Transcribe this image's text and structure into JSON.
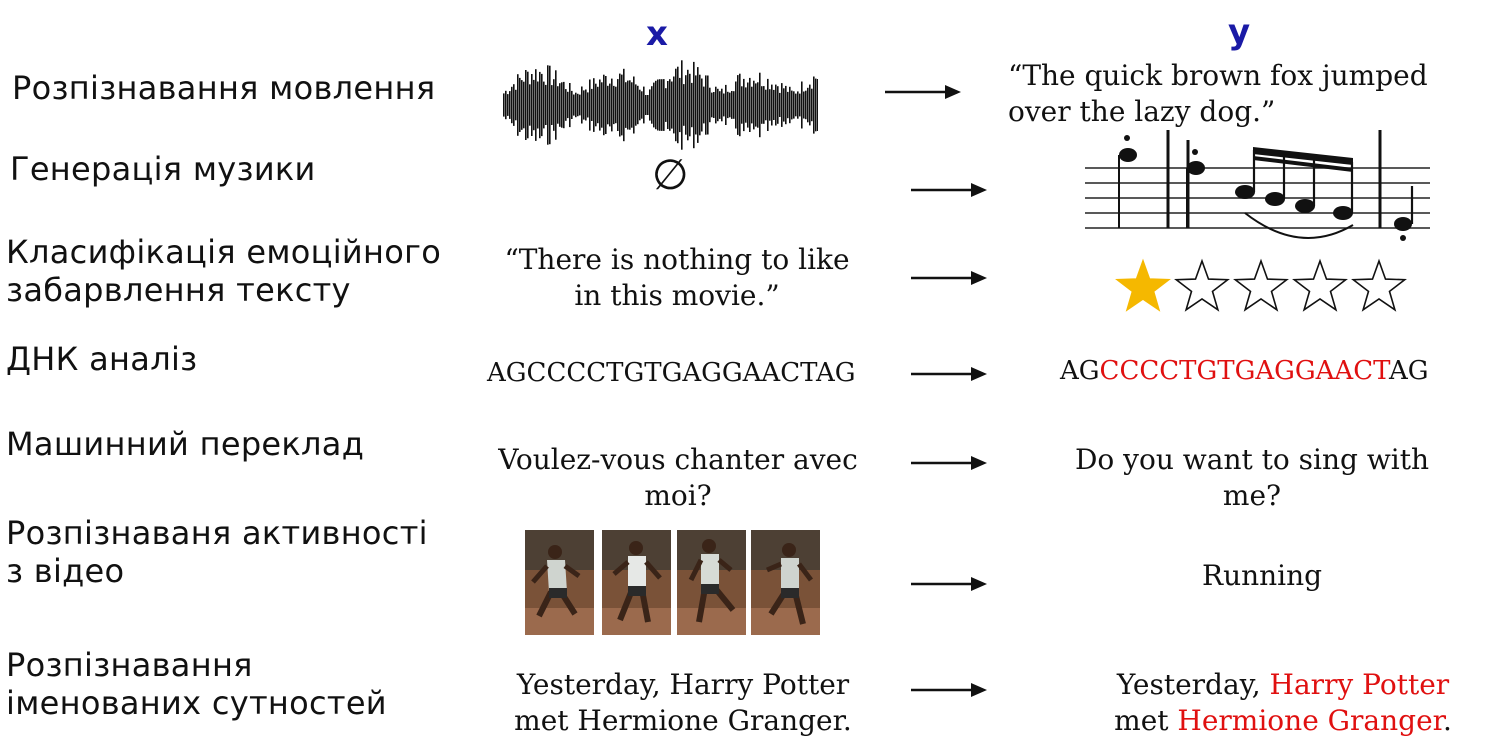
{
  "headers": {
    "x": "x",
    "y": "y"
  },
  "colors": {
    "header": "#1a1aa6",
    "highlight": "#e01010",
    "star_filled": "#f5b800"
  },
  "tasks": [
    {
      "label": "Розпізнавання мовлення",
      "input": {
        "kind": "waveform-image",
        "icon": "audio-waveform-icon"
      },
      "output": {
        "kind": "text",
        "text": "“The quick brown fox jumped over the lazy dog.”"
      }
    },
    {
      "label": "Генерація музики",
      "input": {
        "kind": "symbol",
        "text": "∅"
      },
      "output": {
        "kind": "image",
        "icon": "music-score-icon"
      }
    },
    {
      "label_lines": [
        "Класифікація емоційного",
        "забарвлення тексту"
      ],
      "input": {
        "kind": "text",
        "text": "“There is nothing to like in this movie.”"
      },
      "output": {
        "kind": "rating",
        "stars_filled": 1,
        "stars_total": 5
      }
    },
    {
      "label": "ДНК аналіз",
      "input": {
        "kind": "text",
        "text": "AGCCCCTGTGAGGAACTAG"
      },
      "output": {
        "kind": "highlighted-text",
        "before": "AG",
        "highlight": "CCCCTGTGAGGAACT",
        "after": "AG"
      }
    },
    {
      "label": "Машинний переклад",
      "input": {
        "kind": "text",
        "text": "Voulez-vous chanter avec moi?"
      },
      "output": {
        "kind": "text",
        "text": "Do you want to sing with me?"
      }
    },
    {
      "label_lines": [
        "Розпізнаваня активності",
        "з відео"
      ],
      "input": {
        "kind": "video-frames",
        "frames": 4,
        "icon": "runner-photo-icon"
      },
      "output": {
        "kind": "text",
        "text": "Running"
      }
    },
    {
      "label_lines": [
        "Розпізнавання",
        "іменованих сутностей"
      ],
      "input": {
        "kind": "text",
        "line1": "Yesterday, Harry Potter",
        "line2": "met Hermione Granger."
      },
      "output": {
        "kind": "entity-text",
        "line1_prefix": "Yesterday, ",
        "line1_entity": "Harry Potter",
        "line2_prefix": "met ",
        "line2_entity": "Hermione Granger",
        "line2_suffix": "."
      }
    }
  ]
}
